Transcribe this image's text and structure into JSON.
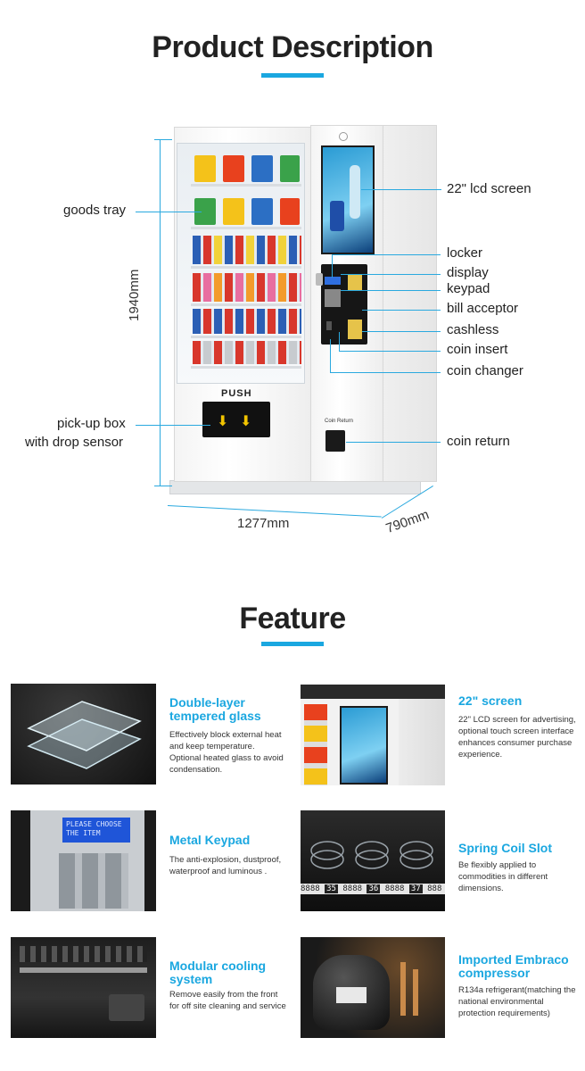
{
  "header": {
    "title": "Product Description"
  },
  "machine": {
    "push_label": "PUSH",
    "coin_return_small": "Coin Return",
    "height_dim": "1940mm",
    "width_dim": "1277mm",
    "depth_dim": "790mm"
  },
  "callouts": {
    "goods_tray": "goods tray",
    "pickup_box_1": "pick-up box",
    "pickup_box_2": "with drop sensor",
    "lcd_screen": "22\" lcd screen",
    "locker": "locker",
    "display": "display",
    "keypad": "keypad",
    "bill_acceptor": "bill acceptor",
    "cashless": "cashless",
    "coin_insert": "coin insert",
    "coin_changer": "coin changer",
    "coin_return": "coin return"
  },
  "feature_section": {
    "title": "Feature"
  },
  "features": [
    {
      "title_1": "Double-layer",
      "title_2": "tempered glass",
      "text_1": "Effectively block external heat",
      "text_2": "and keep temperature.",
      "text_3": "Optional heated glass to avoid",
      "text_4": "condensation."
    },
    {
      "title_1": "22\" screen",
      "text_1": "22\" LCD screen for advertising,",
      "text_2": "optional touch screen interface",
      "text_3": "enhances consumer purchase",
      "text_4": "experience."
    },
    {
      "title_1": "Metal Keypad",
      "text_1": "The anti-explosion, dustproof,",
      "text_2": "waterproof and luminous ."
    },
    {
      "title_1": "Spring Coil Slot",
      "text_1": "Be flexibly applied to",
      "text_2": "commodities in different",
      "text_3": "dimensions."
    },
    {
      "title_1": "Modular cooling",
      "title_2": "system",
      "text_1": "Remove easily from the front",
      "text_2": "for off site cleaning and service"
    },
    {
      "title_1": "Imported Embraco",
      "title_2": "compressor",
      "text_1": "R134a refrigerant(matching the",
      "text_2": "national environmental",
      "text_3": "protection requirements)"
    }
  ],
  "thumbs": {
    "keypad_screen_1": "PLEASE CHOOSE",
    "keypad_screen_2": "THE ITEM",
    "slot_numbers": [
      "8888",
      "35",
      "8888",
      "36",
      "8888",
      "37",
      "888"
    ]
  },
  "colors": {
    "accent": "#1aa7e0",
    "text": "#222222"
  }
}
